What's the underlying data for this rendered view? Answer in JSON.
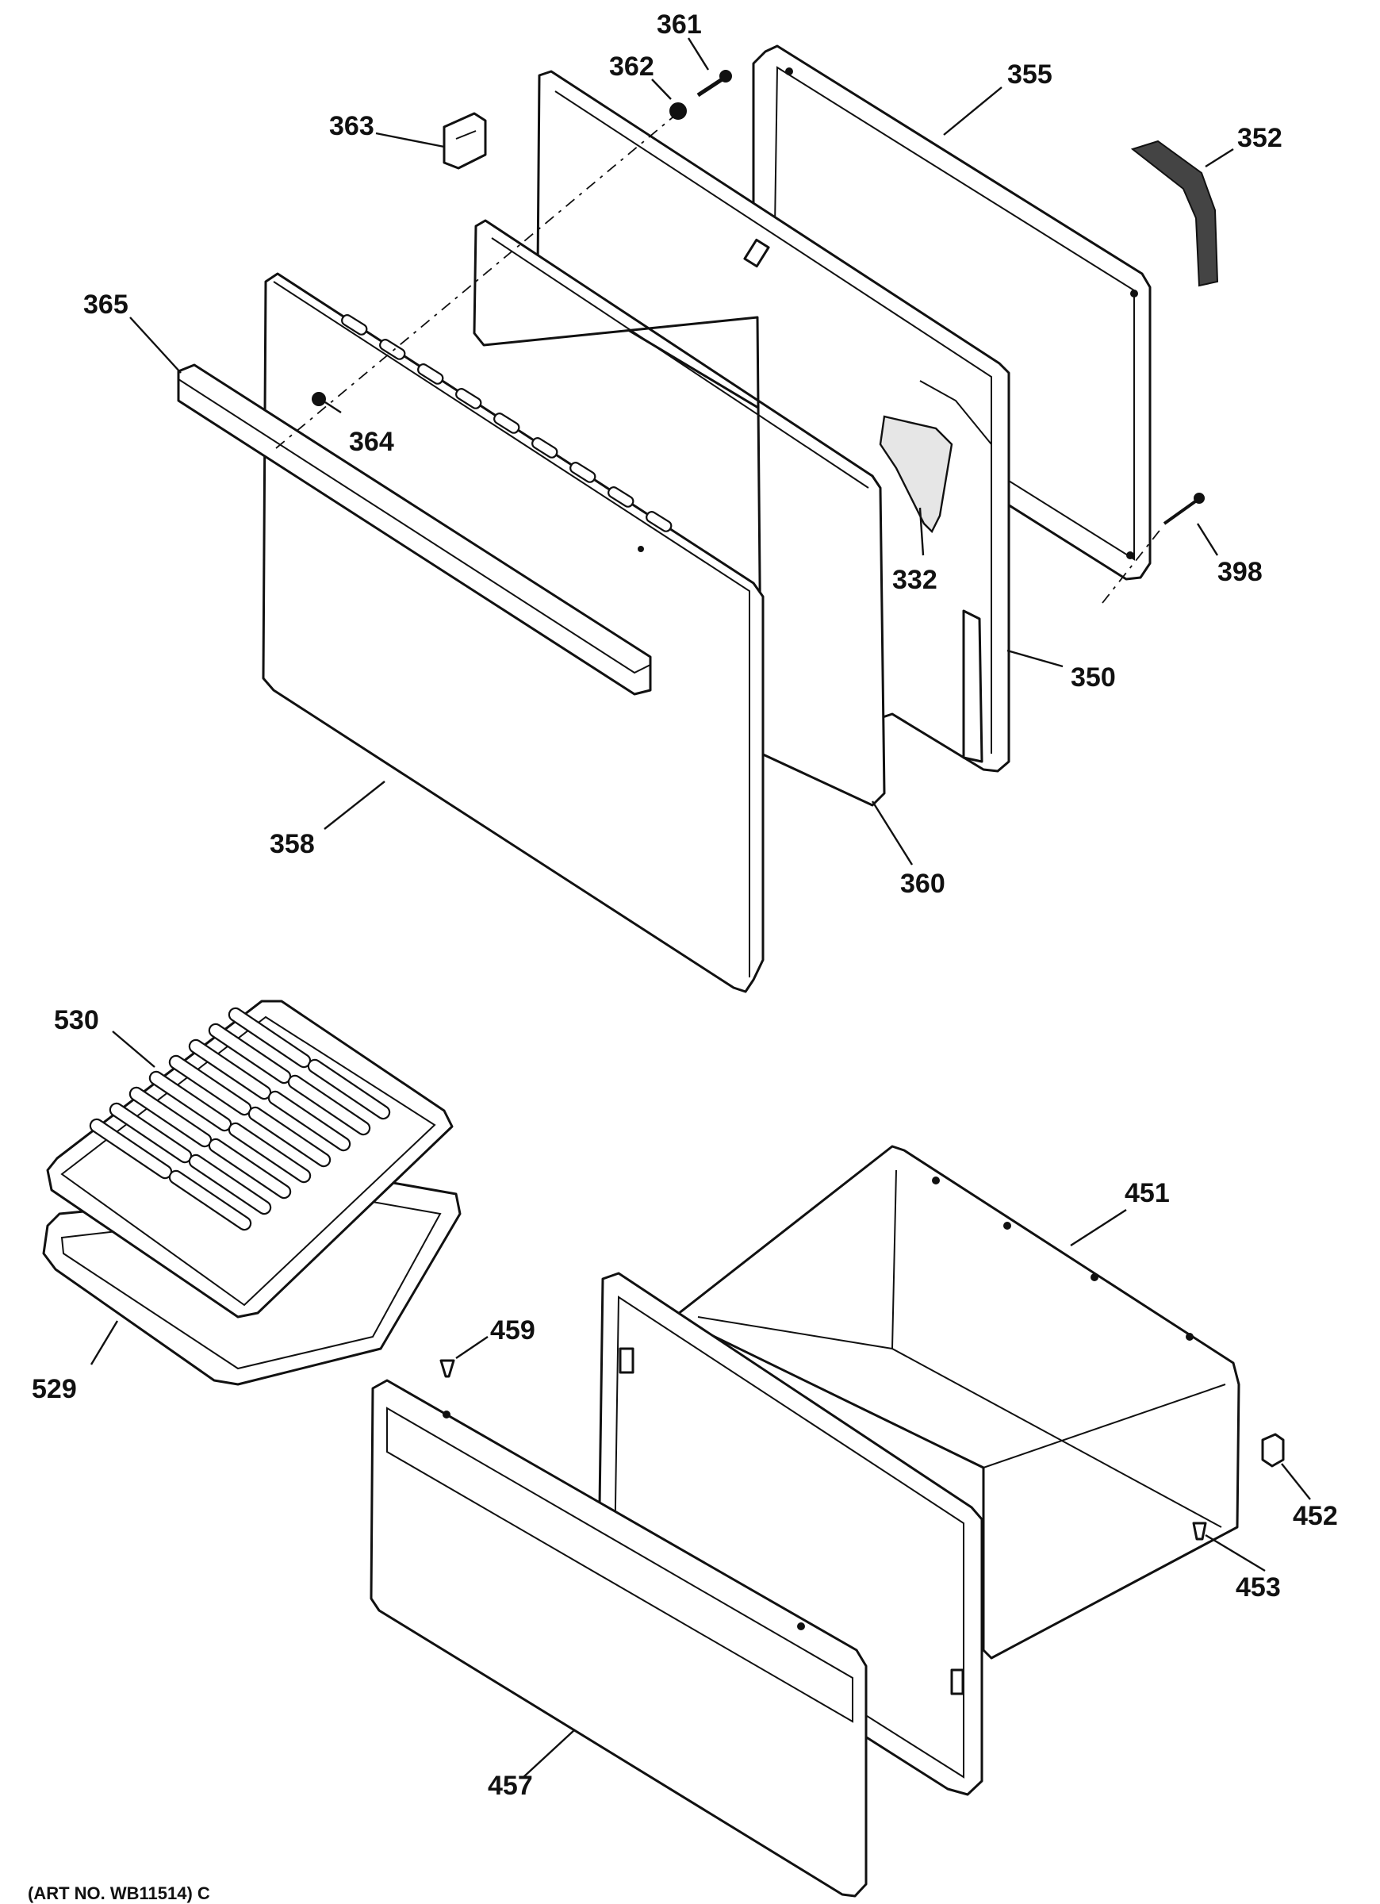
{
  "diagram": {
    "art_number": "(ART NO. WB11514) C",
    "callouts": {
      "c332": "332",
      "c350": "350",
      "c352": "352",
      "c355": "355",
      "c358": "358",
      "c360": "360",
      "c361": "361",
      "c362": "362",
      "c363": "363",
      "c364": "364",
      "c365": "365",
      "c398": "398",
      "c451": "451",
      "c452": "452",
      "c453": "453",
      "c457": "457",
      "c459": "459",
      "c529": "529",
      "c530": "530"
    }
  }
}
